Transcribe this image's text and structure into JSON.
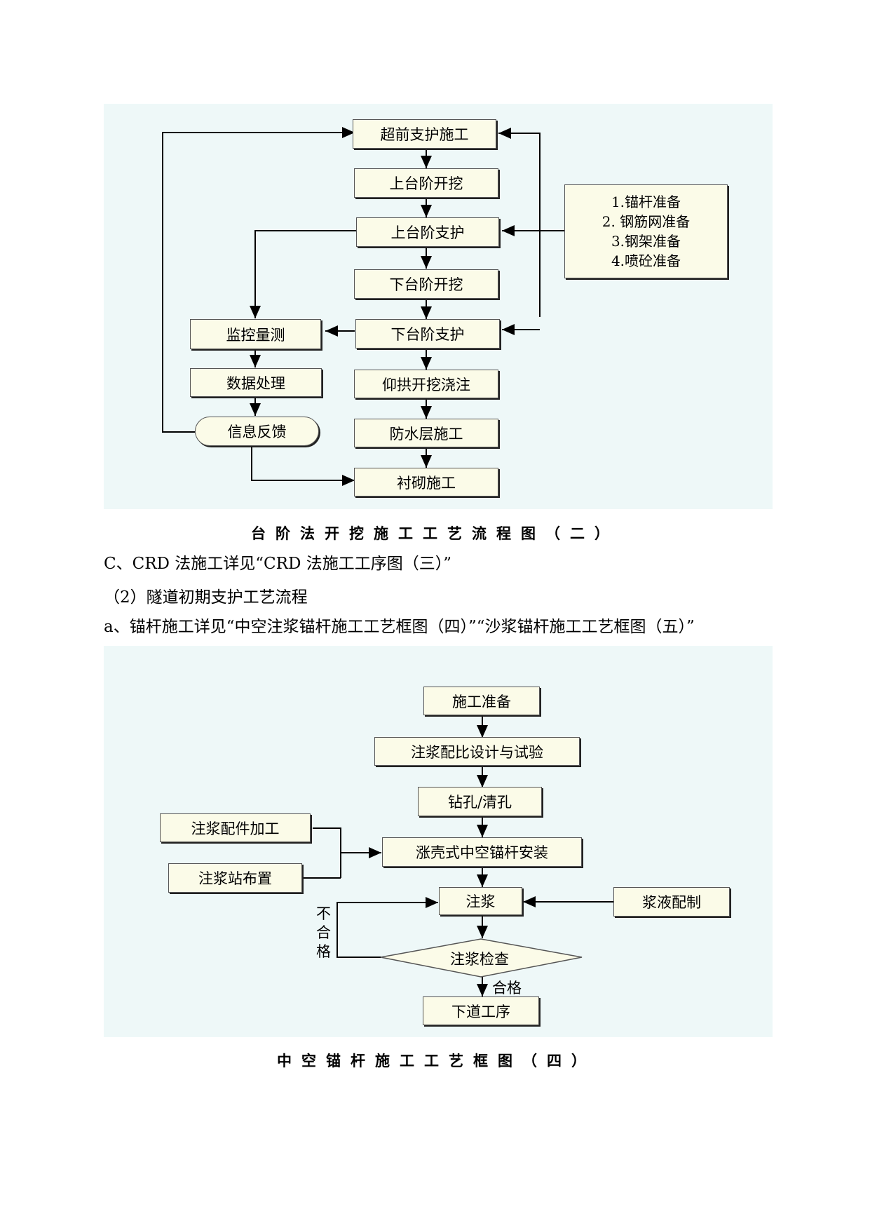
{
  "flowchart_2": {
    "boxes": {
      "advance_support": "超前支护施工",
      "upper_excavation": "上台阶开挖",
      "upper_support": "上台阶支护",
      "lower_excavation": "下台阶开挖",
      "lower_support": "下台阶支护",
      "invert": "仰拱开挖浇注",
      "waterproof": "防水层施工",
      "lining": "衬砌施工",
      "monitoring": "监控量测",
      "data_processing": "数据处理",
      "feedback": "信息反馈"
    },
    "prep_items": [
      "1.锚杆准备",
      "2. 钢筋网准备",
      "3.钢架准备",
      "4.喷砼准备"
    ],
    "caption": "台阶法开挖施工工艺流程图（二）"
  },
  "text": {
    "line_c": "C、CRD 法施工详见“CRD 法施工工序图（三）”",
    "line_2": "（2）隧道初期支护工艺流程",
    "line_a": "a、锚杆施工详见“中空注浆锚杆施工工艺框图（四）”“沙浆锚杆施工工艺框图（五）”"
  },
  "flowchart_4": {
    "boxes": {
      "prep": "施工准备",
      "design": "注浆配比设计与试验",
      "drill": "钻孔/清孔",
      "install": "涨壳式中空锚杆安装",
      "grout": "注浆",
      "fittings": "注浆配件加工",
      "station": "注浆站布置",
      "slurry": "浆液配制",
      "check": "注浆检查",
      "next": "下道工序"
    },
    "fail_label": "不合格",
    "pass_label": "合格",
    "caption": "中空锚杆施工工艺框图（四）"
  }
}
